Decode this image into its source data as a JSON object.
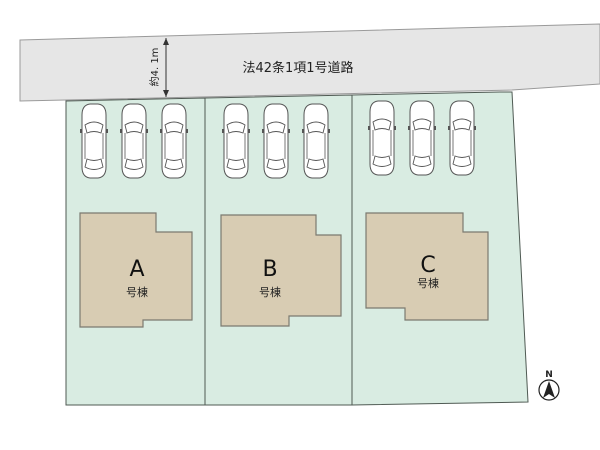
{
  "road": {
    "label": "法42条1項1号道路",
    "width_label": "約4. 1m"
  },
  "lots": [
    {
      "id": "A",
      "letter": "A",
      "sub": "号棟",
      "cars": 3
    },
    {
      "id": "B",
      "letter": "B",
      "sub": "号棟",
      "cars": 3
    },
    {
      "id": "C",
      "letter": "C",
      "sub": "号棟",
      "cars": 3
    }
  ],
  "compass": {
    "label": "N"
  },
  "colors": {
    "road": "#e6e6e6",
    "lot": "#d9ece2",
    "lot_border": "#4f5a53",
    "building": "#d8ccb3",
    "building_border": "#7c7a70"
  }
}
